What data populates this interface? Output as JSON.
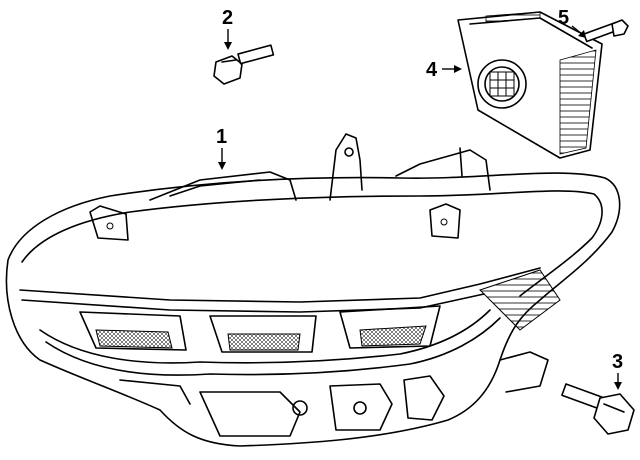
{
  "callouts": [
    {
      "id": "1",
      "label": "1",
      "part": "headlamp-assembly"
    },
    {
      "id": "2",
      "label": "2",
      "part": "upper-mounting-bolt"
    },
    {
      "id": "3",
      "label": "3",
      "part": "lower-mounting-bolt"
    },
    {
      "id": "4",
      "label": "4",
      "part": "control-module"
    },
    {
      "id": "5",
      "label": "5",
      "part": "module-screw"
    }
  ]
}
